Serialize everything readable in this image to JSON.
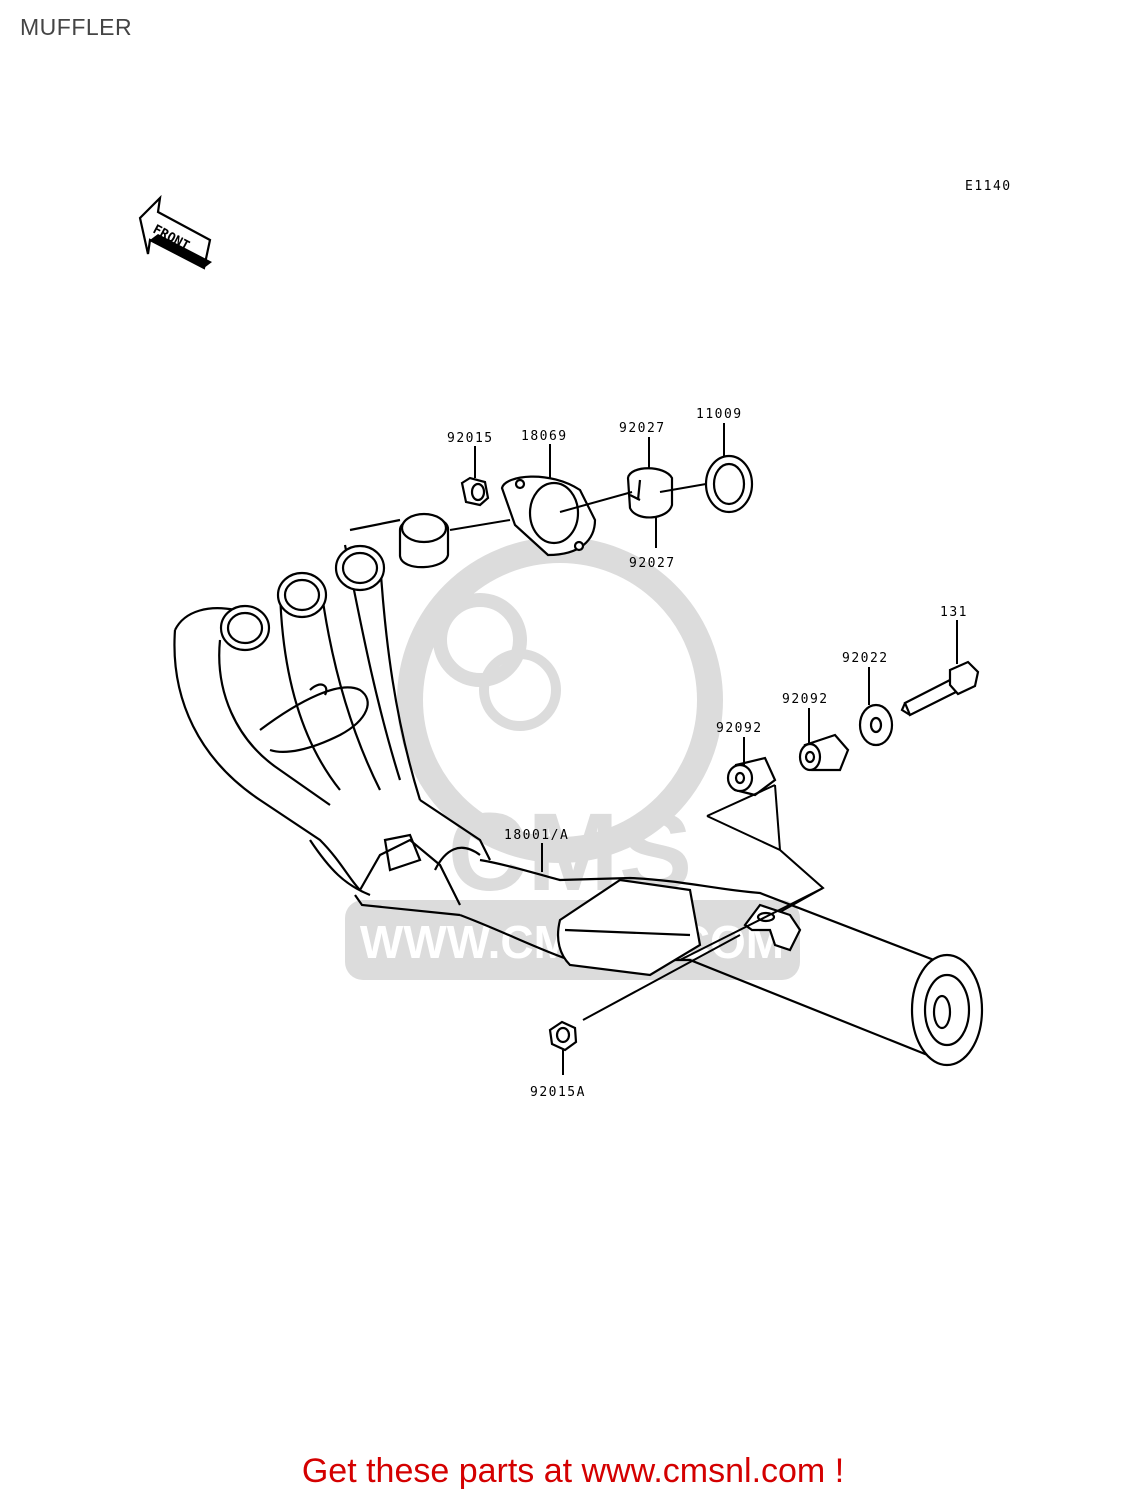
{
  "page": {
    "title": "MUFFLER"
  },
  "diagram": {
    "code": "E1140",
    "front_arrow": "FRONT",
    "parts": [
      {
        "id": "p92015",
        "label": "92015"
      },
      {
        "id": "p18069",
        "label": "18069"
      },
      {
        "id": "p92027a",
        "label": "92027"
      },
      {
        "id": "p11009",
        "label": "11009"
      },
      {
        "id": "p92027b",
        "label": "92027"
      },
      {
        "id": "p131",
        "label": "131"
      },
      {
        "id": "p92022",
        "label": "92022"
      },
      {
        "id": "p92092a",
        "label": "92092"
      },
      {
        "id": "p92092b",
        "label": "92092"
      },
      {
        "id": "p18001",
        "label": "18001/A"
      },
      {
        "id": "p92015A",
        "label": "92015A"
      }
    ],
    "watermark": {
      "brand": "CMS",
      "url": "WWW.CMSNL.COM"
    }
  },
  "footer": {
    "cta": "Get these parts at www.cmsnl.com !"
  }
}
